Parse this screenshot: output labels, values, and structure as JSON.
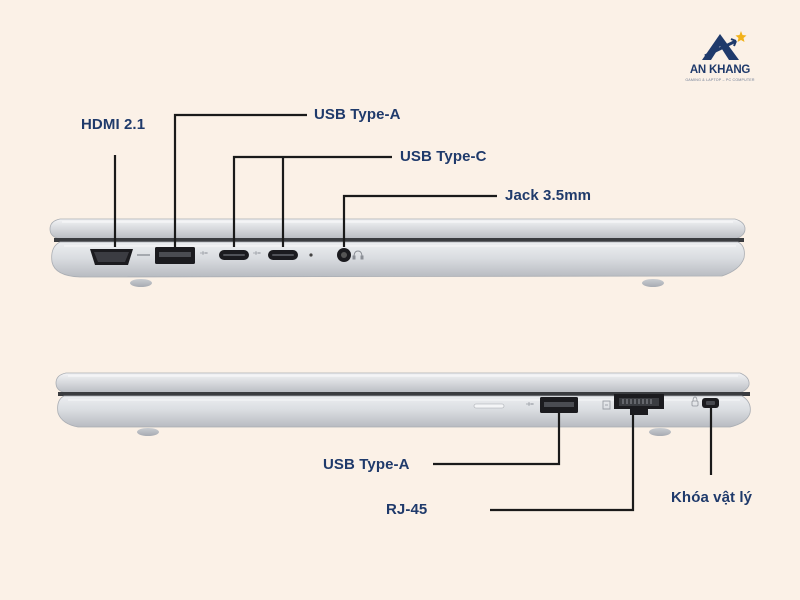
{
  "logo": {
    "name": "AN KHANG",
    "tagline": "GAMING & LAPTOP – PC COMPUTER"
  },
  "labels": {
    "hdmi": "HDMI 2.1",
    "usb_a_top": "USB Type-A",
    "usb_c": "USB Type-C",
    "jack": "Jack 3.5mm",
    "usb_a_bottom": "USB Type-A",
    "rj45": "RJ-45",
    "lock": "Khóa vật lý"
  },
  "colors": {
    "background": "#fbf1e7",
    "label_text": "#1f3a6b",
    "callout_line": "#1a1a1a",
    "laptop_body": "#d9dbdf",
    "port_dark": "#1b1b1f"
  }
}
